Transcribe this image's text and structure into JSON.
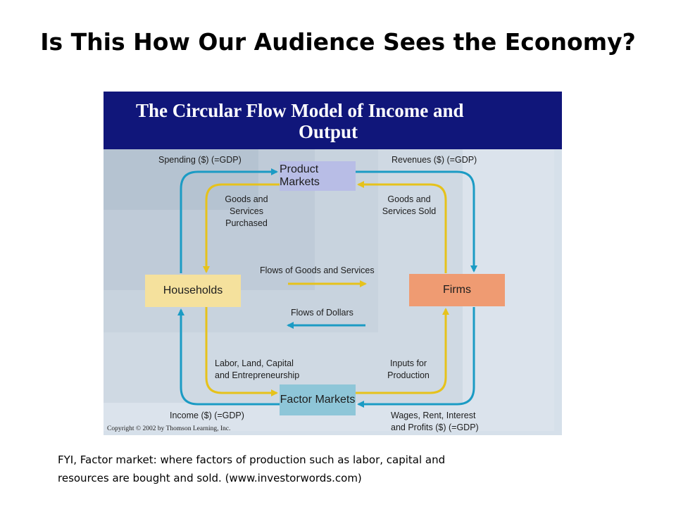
{
  "slide": {
    "title": "Is This How Our Audience Sees the Economy?",
    "footnote_line1": "FYI, Factor market: where factors of production such as labor, capital and",
    "footnote_line2": "resources are bought and sold. (www.investorwords.com)"
  },
  "figure": {
    "header_line1": "The Circular Flow Model of Income and",
    "header_line2": "Output",
    "copyright": "Copyright © 2002 by Thomson Learning, Inc.",
    "nodes": {
      "product_markets": "Product Markets",
      "factor_markets": "Factor Markets",
      "households": "Households",
      "firms": "Firms"
    },
    "labels": {
      "spending": "Spending ($) (=GDP)",
      "revenues": "Revenues ($) (=GDP)",
      "goods_purchased": [
        "Goods and",
        "Services",
        "Purchased"
      ],
      "goods_sold": [
        "Goods and",
        "Services Sold"
      ],
      "flows_goods": "Flows of Goods and Services",
      "flows_dollars": "Flows of Dollars",
      "labor_land": [
        "Labor, Land, Capital",
        "and Entrepreneurship"
      ],
      "inputs": [
        "Inputs for",
        "Production"
      ],
      "income": "Income ($) (=GDP)",
      "wages": [
        "Wages, Rent, Interest",
        "and Profits ($) (=GDP)"
      ]
    },
    "colors": {
      "header": "#10167a",
      "money_flow": "#1b9bc4",
      "goods_flow": "#e6c21b",
      "product_markets": "#b8bde6",
      "factor_markets": "#8ec6d8",
      "households": "#f5e19d",
      "firms": "#ef9b72"
    }
  }
}
